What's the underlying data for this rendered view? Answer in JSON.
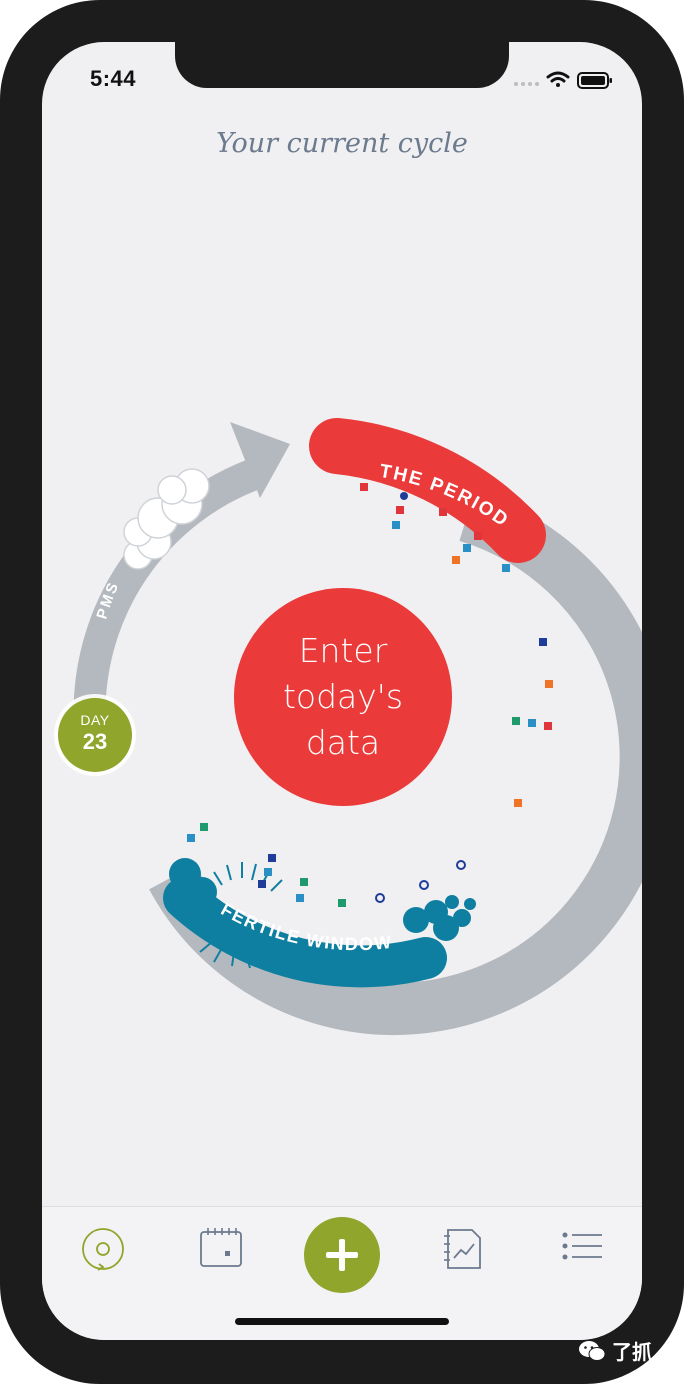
{
  "status_bar": {
    "time": "5:44"
  },
  "header": {
    "title": "Your current cycle"
  },
  "cycle": {
    "period_label": "THE PERIOD",
    "pms_label": "PMS",
    "fertile_label": "FERTILE WINDOW",
    "day_label": "DAY",
    "day_number": "23",
    "colors": {
      "ring": "#b4b9bf",
      "period": "#ea3a3a",
      "fertile": "#0e7fa0",
      "day_badge": "#8fa52b",
      "marker_red": "#e0363b",
      "marker_navy": "#1f3c9a",
      "marker_blue": "#2a8fc4",
      "marker_orange": "#f07428",
      "marker_green": "#1f9a6c"
    }
  },
  "center_button": {
    "label": "Enter\ntoday's\ndata"
  },
  "tabbar": {
    "cycle_tab": "cycle-icon",
    "calendar_tab": "calendar-icon",
    "add_tab": "plus-icon",
    "report_tab": "report-icon",
    "list_tab": "list-icon"
  },
  "watermark": {
    "text": "了抓"
  }
}
